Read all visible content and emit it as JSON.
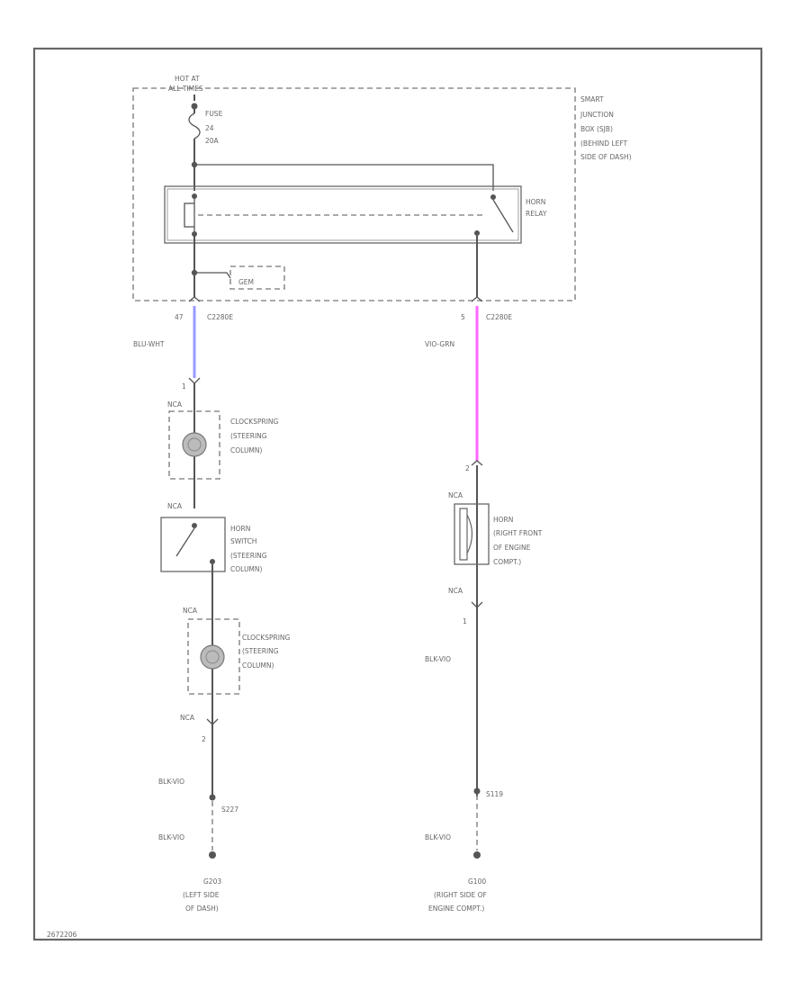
{
  "module": {
    "power_source": [
      "HOT AT",
      "ALL TIMES"
    ],
    "fuse": [
      "FUSE",
      "24",
      "20A"
    ],
    "name": [
      "SMART",
      "JUNCTION",
      "BOX (SJB)",
      "(BEHIND LEFT",
      "SIDE OF DASH)"
    ],
    "relay": [
      "HORN",
      "RELAY"
    ],
    "gem_label": "GEM",
    "colors": {
      "left_wire": "#9999ff",
      "right_wire": "#ff66ff"
    }
  },
  "left_circuit": {
    "module_pin": "47",
    "module_connector": "C2280E",
    "wire_upper": "BLU-WHT",
    "pin_a": "1",
    "clockspring1_conn": "NCA",
    "clockspring1_name": [
      "CLOCKSPRING",
      "(STEERING",
      "COLUMN)"
    ],
    "switch_conn": "NCA",
    "switch_name": [
      "HORN",
      "SWITCH",
      "(STEERING",
      "COLUMN)"
    ],
    "clockspring2_conn": "NCA",
    "clockspring2_name": [
      "CLOCKSPRING",
      "(STEERING",
      "COLUMN)"
    ],
    "bottom_conn": "NCA",
    "pin_b": "2",
    "wire_lower1": "BLK-VIO",
    "splice": "S227",
    "wire_lower2": "BLK-VIO",
    "ground": "G203",
    "ground_loc": [
      "(LEFT SIDE",
      "OF DASH)"
    ]
  },
  "right_circuit": {
    "module_pin": "5",
    "module_connector": "C2280E",
    "wire_upper": "VIO-GRN",
    "horn_top_pin": "2",
    "horn_conn": "NCA",
    "horn_name": [
      "HORN",
      "(RIGHT FRONT",
      "OF ENGINE",
      "COMPT.)"
    ],
    "horn_lower_conn": "NCA",
    "horn_lower_pin": "1",
    "wire_lower1": "BLK-VIO",
    "splice": "S119",
    "wire_lower2": "BLK-VIO",
    "ground": "G100",
    "ground_loc": [
      "(RIGHT SIDE OF",
      "ENGINE COMPT.)"
    ]
  },
  "footer": "2672206"
}
